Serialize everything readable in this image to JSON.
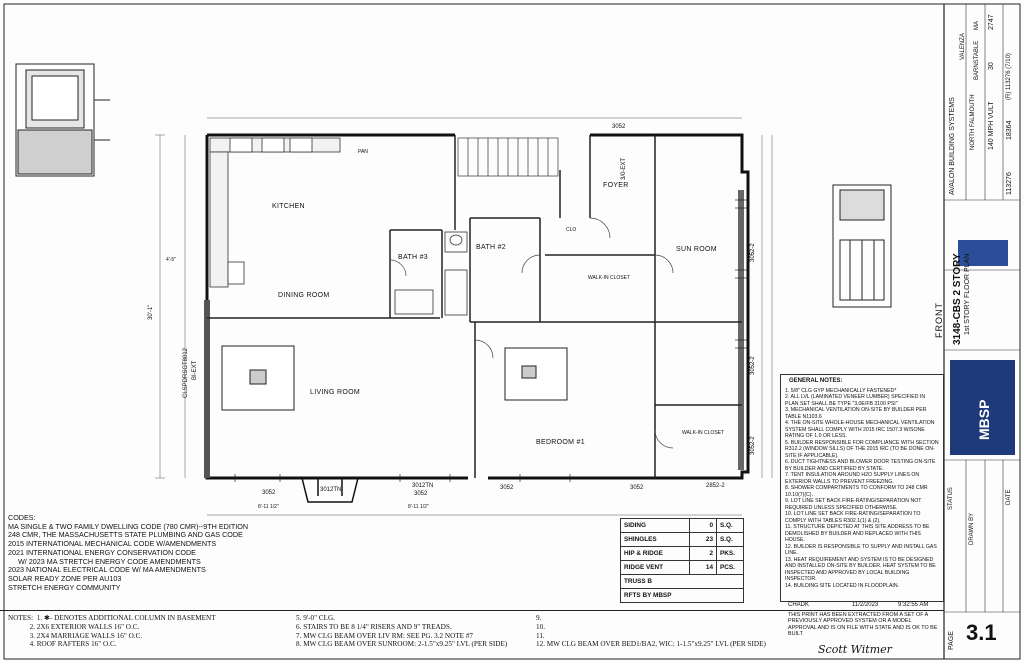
{
  "rooms": {
    "kitchen": "KITCHEN",
    "dining": "DINING ROOM",
    "living": "LIVING ROOM",
    "bath2": "BATH #2",
    "bath3": "BATH #3",
    "foyer": "FOYER",
    "sunroom": "SUN ROOM",
    "walkin1": "WALK-IN CLOSET",
    "walkin2": "WALK-IN CLOSET",
    "bedroom1": "BEDROOM #1",
    "clo": "CLO",
    "pan": "PAN"
  },
  "labels": {
    "front": "FRONT",
    "door_3012tn_a": "3012TN",
    "door_3052_a": "3052",
    "door_3012tn_b": "3012TN",
    "door_3052_b": "3052",
    "door_3052_c": "3052",
    "door_3052_d": "3052",
    "door_2852": "2852-2",
    "door_3052_top": "3052",
    "clsp": "CLSPDRSGT8012",
    "bi_ext": "BI-EXT",
    "ext_right": "3/0-EXT",
    "w3052_2a": "3052-2",
    "w3052_2b": "3052-2",
    "w3052_2c": "3052-2",
    "dim_top": "4'-5\"",
    "dim_bottom_a": "8'-11 1/2\"",
    "dim_bottom_b": "8'-11 1/2\"",
    "dim_left": "30'-1\""
  },
  "codes": {
    "heading": "CODES:",
    "lines": [
      "MA SINGLE & TWO FAMILY DWELLING CODE (780 CMR)--9TH EDITION",
      "248 CMR, THE MASSACHUSETTS STATE PLUMBING AND GAS CODE",
      "2015 INTERNATIONAL MECHANICAL CODE W/AMENDMENTS",
      "2021 INTERNATIONAL ENERGY CONSERVATION CODE",
      "     W/ 2023 MA STRETCH ENERGY CODE AMENDMENTS",
      "2023 NATIONAL ELECTRICAL CODE W/ MA AMENDMENTS",
      "SOLAR READY ZONE PER AU103",
      "STRETCH ENERGY COMMUNITY"
    ]
  },
  "notes": {
    "col1": [
      "NOTES:  1. ✱- DENOTES ADDITIONAL COLUMN IN BASEMENT",
      "            2. 2X6 EXTERIOR WALLS 16\" O.C.",
      "            3. 2X4 MARRIAGE WALLS 16\" O.C.",
      "            4. ROOF RAFTERS 16\" O.C."
    ],
    "col2": [
      "5. 9'-0\" CLG.",
      "6. STAIRS TO BE 8 1/4\" RISERS AND 9\" TREADS.",
      "7. MW CLG BEAM OVER LIV RM: SEE PG. 3.2 NOTE #7",
      "8. MW CLG BEAM OVER SUNROOM: 2-1.5\"x9.25\" LVL (PER SIDE)"
    ],
    "col3": [
      "9.",
      "10.",
      "11.",
      "12. MW CLG BEAM OVER BED1/BA2, WIC: 1-1.5\"x9.25\" LVL (PER SIDE)"
    ]
  },
  "materials": [
    [
      "SIDING",
      "0",
      "S.Q."
    ],
    [
      "SHINGLES",
      "23",
      "S.Q."
    ],
    [
      "HIP & RIDGE",
      "2",
      "PKS."
    ],
    [
      "RIDGE VENT",
      "14",
      "PCS."
    ],
    [
      "TRUSS B",
      "",
      ""
    ],
    [
      "RFTS BY MBSP",
      "",
      ""
    ]
  ],
  "general_notes": {
    "heading": "GENERAL NOTES:",
    "items": [
      "1. 5/8\" CLG GYP MECHANICALLY FASTENED*",
      "2. ALL LVL (LAMINATED VENEER LUMBER) SPECIFIED IN PLAN SET SHALL BE TYPE \"3.0E/FB 3100 PSI\"",
      "3. MECHANICAL VENTILATION ON-SITE BY BUILDER PER TABLE N1103.6",
      "4. THE ON-SITE WHOLE-HOUSE MECHANICAL VENTILATION SYSTEM SHALL COMPLY WITH 2015 IRC 1507.3 W/SONE RATING OF 1.0 OR LESS.",
      "5. BUILDER RESPONSIBLE FOR COMPLIANCE WITH SECTION R312.2 (WINDOW SILLS) OF THE 2015 IRC (TO BE DONE ON-SITE IF APPLICABLE).",
      "6. DUCT TIGHTNESS AND BLOWER DOOR TESTING ON-SITE BY BUILDER AND CERTIFIED BY STATE.",
      "7. TENT INSULATION AROUND H2O SUPPLY LINES ON EXTERIOR WALLS TO PREVENT FREEZING.",
      "8. SHOWER COMPARTMENTS TO CONFORM TO 248 CMR 10.10(7)(C).",
      "9. LOT LINE SET BACK FIRE-RATING/SEPARATION NOT REQUIRED UNLESS SPECIFIED OTHERWISE.",
      "10. LOT LINE SET BACK FIRE-RATING/SEPARATION TO COMPLY WITH TABLES R302.1(1) & (2).",
      "11. STRUCTURE DEPICTED AT THIS SITE ADDRESS TO BE DEMOLISHED BY BUILDER AND REPLACED WITH THIS HOUSE.",
      "12. BUILDER IS RESPONSIBLE TO SUPPLY AND INSTALL GAS LINE.",
      "13. HEAT REQUIREMENT AND SYSTEM IS TO BE DESIGNED AND INSTALLED ON-SITE BY BUILDER. HEAT SYSTEM TO BE INSPECTED AND APPROVED BY LOCAL BUILDING INSPECTOR.",
      "14. BUILDING SITE LOCATED IN FLOODPLAIN."
    ]
  },
  "stamp": {
    "chadk": "CHADK",
    "date": "11/2/2023",
    "time": "9:32:55 AM",
    "print_note": "THIS PRINT HAS BEEN EXTRACTED FROM A SET OF A PREVIOUSLY APPROVED SYSTEM OR A MODEL APPROVAL AND IS ON FILE WITH STATE AND IS OK TO BE BUILT",
    "signature": "Scott Witmer"
  },
  "title_block": {
    "plan_name": "3148-CBS 2 STORY",
    "sheet_title": "1st STORY FLOOR PLAN",
    "company": "AVALON BUILDING SYSTEMS",
    "customer": "VALENZA",
    "town": "NORTH FALMOUTH",
    "county": "BARNSTABLE",
    "state": "MA",
    "wind": "140 MPH VULT",
    "snow": "30",
    "sqft": "2747",
    "serial": "113276",
    "model": "18364",
    "drawing_no": "(R) 113276 (7/10)",
    "mbsp": "MBSP",
    "page_label": "PAGE",
    "page_no": "3.1",
    "status_heading": "STATUS",
    "drawn_by_heading": "DRAWN BY",
    "date_heading": "DATE"
  }
}
